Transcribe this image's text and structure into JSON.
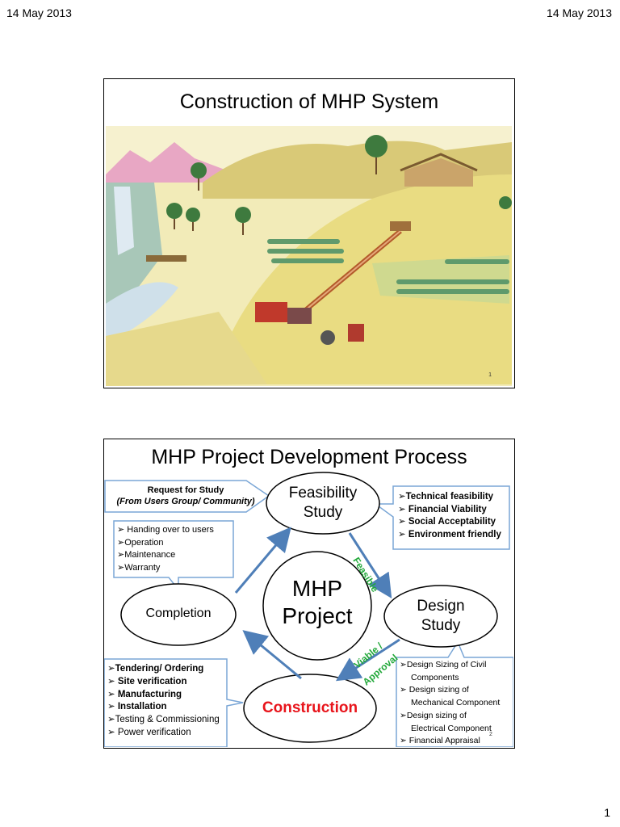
{
  "header": {
    "date_left": "14 May 2013",
    "date_right": "14 May 2013"
  },
  "page_number": "1",
  "slide1": {
    "title": "Construction of MHP System",
    "slide_number": "1"
  },
  "slide2": {
    "title": "MHP Project Development Process",
    "slide_number": "2",
    "center": {
      "line1": "MHP",
      "line2": "Project"
    },
    "feasibility": {
      "line1": "Feasibility",
      "line2": "Study"
    },
    "design": {
      "line1": "Design",
      "line2": "Study"
    },
    "completion": "Completion",
    "construction": "Construction",
    "arrow_labels": {
      "feasible": "Feasible",
      "viable": "Viable /",
      "approval": "Approval"
    },
    "request_box": {
      "line1": "Request for Study",
      "line2": "(From Users Group/ Community)"
    },
    "feasibility_items": [
      "Technical feasibility",
      "Financial Viability",
      "Social Acceptability",
      "Environment friendly"
    ],
    "completion_items": [
      "Handing over to users",
      "Operation",
      "Maintenance",
      "Warranty"
    ],
    "construction_items": [
      "Tendering/ Ordering",
      "Site verification",
      "Manufacturing",
      "Installation",
      "Testing & Commissioning",
      "Power verification"
    ],
    "design_items": [
      "Design Sizing of Civil",
      "Components",
      "Design sizing of",
      "Mechanical Component",
      "Design sizing of",
      "Electrical Component",
      "Financial Appraisal"
    ]
  },
  "colors": {
    "construction_text": "#e8141b",
    "arrow_label": "#22a83a",
    "arrow": "#4f7fb8",
    "callout_border": "#7aa6d6"
  }
}
